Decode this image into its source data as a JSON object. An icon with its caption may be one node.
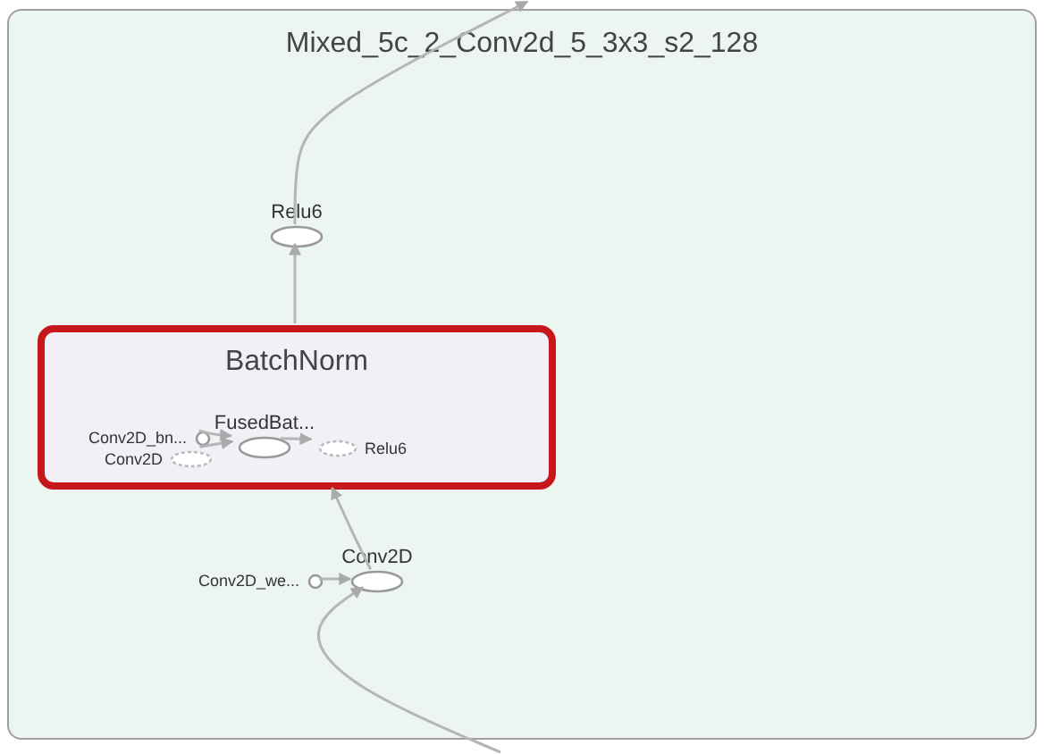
{
  "diagram": {
    "nodes": [
      {
        "text": [
          "Mixed_5c_2_Conv2d_5_3x3_s2_128"
        ]
      },
      {
        "text": [
          "Relu6"
        ],
        "in": 0
      },
      {
        "text": [
          "BatchNorm"
        ],
        "in": 0
      },
      {
        "text": [
          "FusedBat..."
        ],
        "in": 2
      },
      {
        "text": [
          "Conv2D_bn..."
        ],
        "in": 2
      },
      {
        "text": [
          "Conv2D"
        ],
        "in": 2
      },
      {
        "text": [
          "Relu6"
        ],
        "in": 2
      },
      {
        "text": [
          "Conv2D"
        ],
        "in": 0
      },
      {
        "text": [
          "Conv2D_we..."
        ],
        "in": 0
      }
    ],
    "edges": [
      {
        "from": 7,
        "to": 2,
        "arrow": "to"
      },
      {
        "from": 2,
        "to": 1,
        "arrow": "to"
      },
      {
        "from": 1,
        "to": null,
        "arrow": "to"
      },
      {
        "from": null,
        "to": 7,
        "arrow": "to"
      },
      {
        "from": 8,
        "to": 7,
        "arrow": "to"
      },
      {
        "from": 4,
        "to": 3,
        "arrow": "to"
      },
      {
        "from": 5,
        "to": 3,
        "arrow": "to"
      },
      {
        "from": 3,
        "to": 6,
        "arrow": "to"
      }
    ]
  }
}
